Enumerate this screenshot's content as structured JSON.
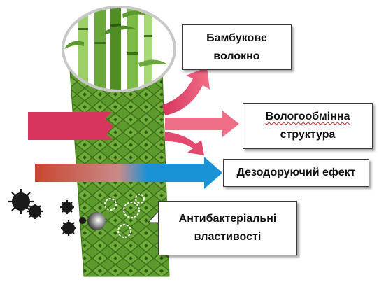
{
  "labels": {
    "fiber_line1": "Бамбукове",
    "fiber_line2": "волокно",
    "moisture_line1": "Вологообмінна",
    "moisture_line2": "структура",
    "deodor": "Дезодоруючий ефект",
    "antibac_line1": "Антибактеріальні",
    "antibac_line2": "властивості"
  },
  "colors": {
    "fabric": "#5c9a2e",
    "fabric_dark": "#3f6f1c",
    "bamboo": "#6aa83a",
    "moisture_arrow": "#e23e68",
    "deodor_arrow_start": "#c9462e",
    "deodor_arrow_end": "#1a92d6",
    "bacteria": "#1a1a1a"
  }
}
